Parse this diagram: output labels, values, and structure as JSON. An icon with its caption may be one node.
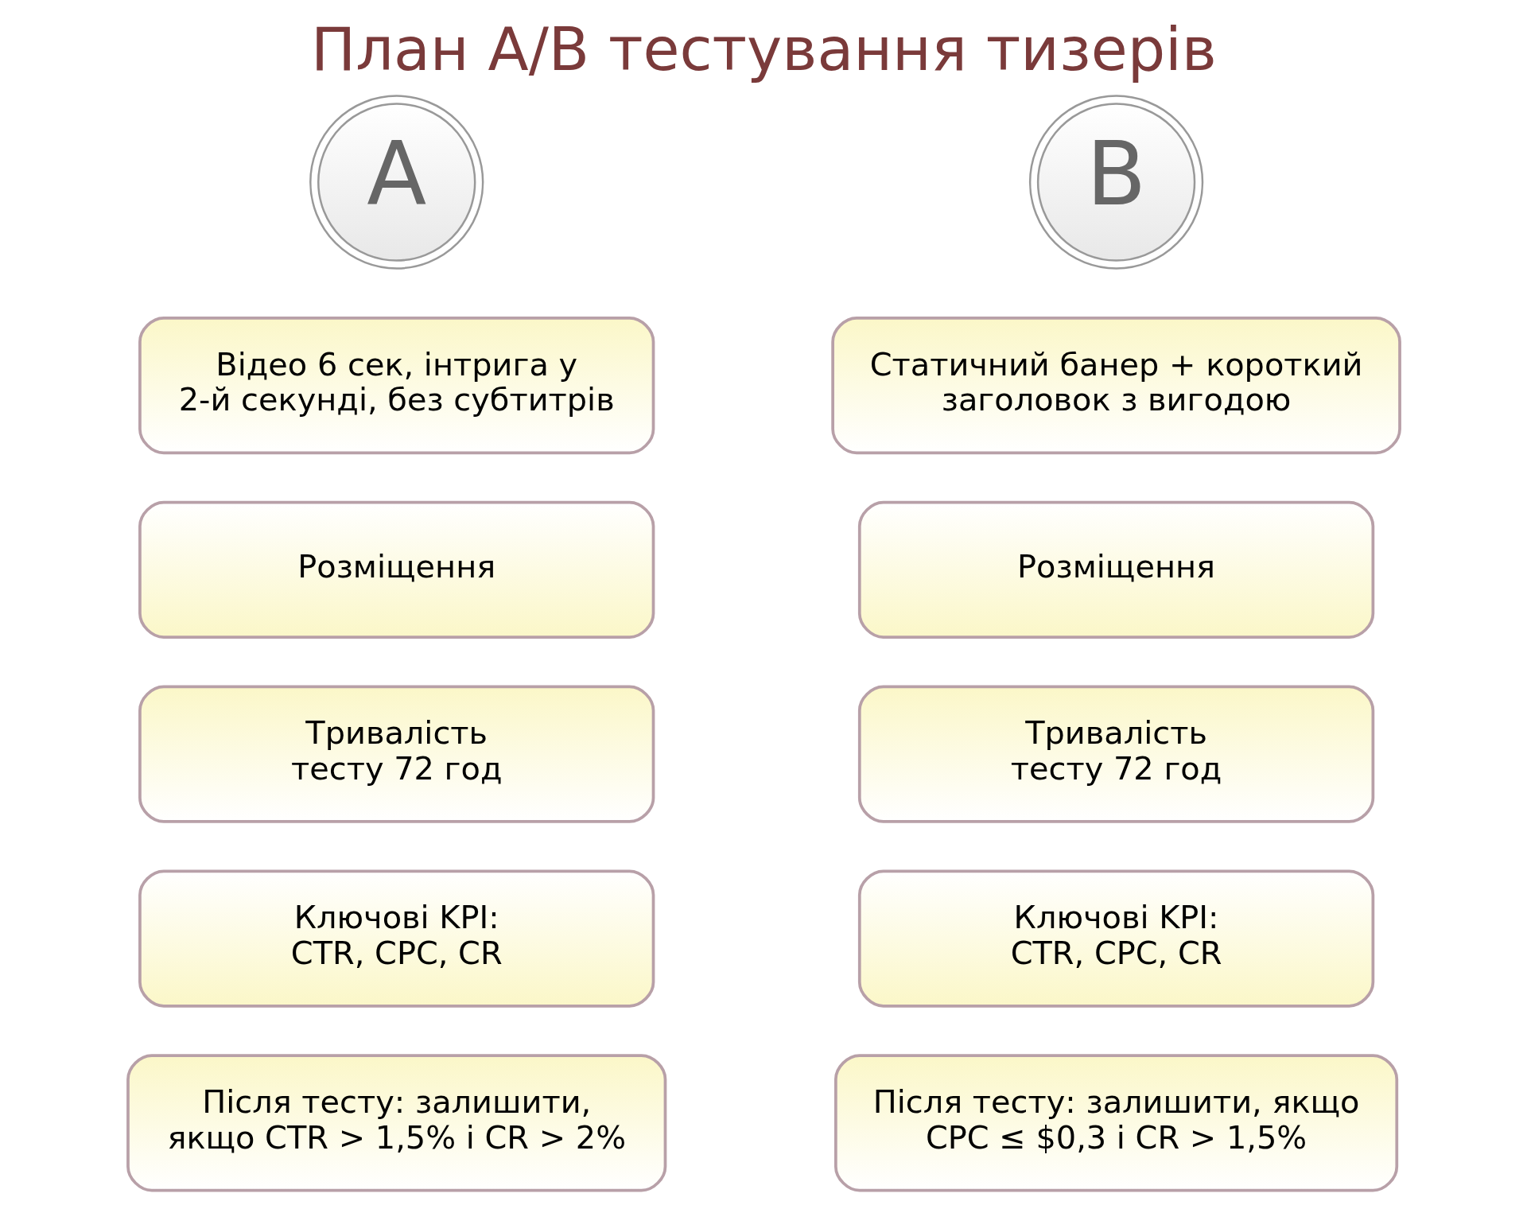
{
  "diagram": {
    "title": "План A/B тестування тизерів",
    "nodes": [
      {
        "text": [
          "A"
        ]
      },
      {
        "text": [
          "B"
        ]
      },
      {
        "text": [
          "Відео 6 сек, інтрига у 2-й секунді, без субтитрів"
        ]
      },
      {
        "text": [
          "Статичний банер + короткий заголовок з вигодою"
        ]
      },
      {
        "text": [
          "Розміщення"
        ]
      },
      {
        "text": [
          "Розміщення"
        ]
      },
      {
        "text": [
          "Тривалість тесту 72 год"
        ]
      },
      {
        "text": [
          "Тривалість тесту 72 год"
        ]
      },
      {
        "text": [
          "Ключові KPI: CTR, CPC, CR"
        ]
      },
      {
        "text": [
          "Ключові KPI: CTR, CPC, CR"
        ]
      },
      {
        "text": [
          "Після тесту: залишити, якщо CTR > 1,5% і CR > 2%"
        ]
      },
      {
        "text": [
          "Після тесту: залишити, якщо CPC ≤ $0,3 і CR > 1,5%"
        ]
      }
    ],
    "edges": []
  }
}
